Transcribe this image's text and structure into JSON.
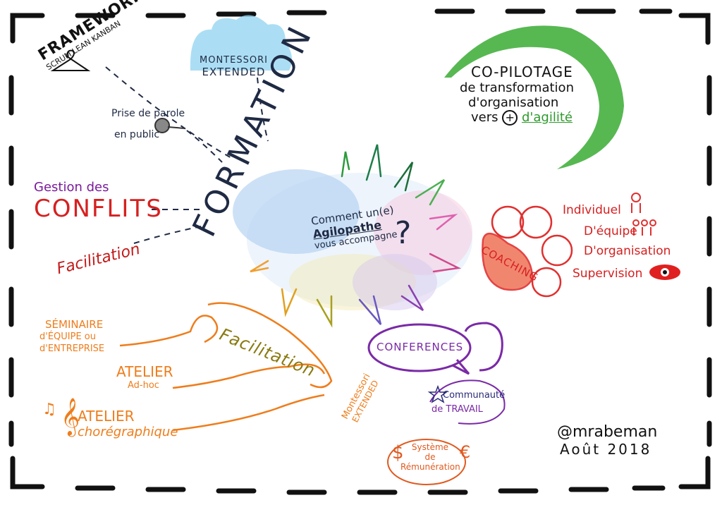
{
  "center": {
    "line1": "Comment un(e)",
    "line2": "Agilopathe",
    "line3": "vous accompagne",
    "qmark": "?"
  },
  "formation": {
    "label": "FORMATION"
  },
  "framework": {
    "title": "FRAMEWORK",
    "subtitle": "SCRUM LEAN KANBAN"
  },
  "montessori_extended": {
    "line1": "MONTESSORI",
    "line2": "EXTENDED"
  },
  "prise_de_parole": {
    "line1": "Prise de parole",
    "line2": "en public"
  },
  "gestion": {
    "line1": "Gestion des",
    "line2": "CONFLITS"
  },
  "facilitation_left": "Facilitation",
  "copilotage": {
    "line1": "CO-PILOTAGE",
    "line2": "de transformation",
    "line3": "d'organisation",
    "line4_a": "vers",
    "line4_b": "d'agilité"
  },
  "coaching": {
    "label": "COACHING",
    "items": [
      "Individuel",
      "D'équipe",
      "D'organisation",
      "Supervision"
    ]
  },
  "facilitation_big": "Facilitation",
  "seminaire": {
    "line1": "SÉMINAIRE",
    "line2": "d'ÉQUIPE ou",
    "line3": "d'ENTREPRISE"
  },
  "atelier_adhoc": {
    "line1": "ATELIER",
    "line2": "Ad-hoc"
  },
  "atelier_choreo": {
    "line1": "ATELIER",
    "line2": "chorégraphique"
  },
  "conferences": "CONFERENCES",
  "montessori_small": {
    "line1": "Montessori",
    "line2": "EXTENDED"
  },
  "communaute": {
    "line1": "Communauté",
    "line2": "de TRAVAIL"
  },
  "systeme": {
    "line1": "Système",
    "line2": "de",
    "line3": "Rémunération"
  },
  "signature": {
    "handle": "@mrabeman",
    "date": "Août 2018"
  },
  "colors": {
    "ink": "#1f2a44",
    "red": "#d62020",
    "orange": "#ee7d1c",
    "green": "#2e9a2c",
    "purple": "#7a2aa6",
    "blue": "#3a8fd8"
  }
}
